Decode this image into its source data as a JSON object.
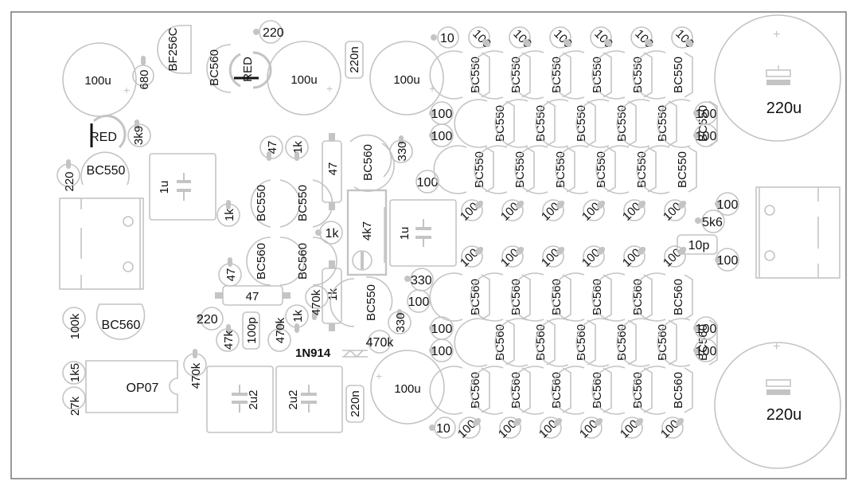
{
  "diagram": {
    "type": "pcb-silkscreen-layout",
    "board_frame_color": "#6e6e6e",
    "outline_color": "#c4c4c4",
    "label_color": "#111111",
    "components": {
      "elco_100u_left": "100u",
      "r_680": "680",
      "jfet": "BF256C",
      "bc560_top": "BC560",
      "led_top": "RED",
      "r_220_top": "220",
      "elco_100u_mid": "100u",
      "cap_220n_top": "220n",
      "elco_100u_top": "100u",
      "r_10_top": "10",
      "led_left": "RED",
      "r_3k9": "3k9",
      "r_220_left": "220",
      "bc550_left": "BC550",
      "cap_1u_left": "1u",
      "r_1k_a": "1k",
      "r_47_a": "47",
      "r_1k_b": "1k",
      "r_47_long": "47",
      "bc560_mid": "BC560",
      "r_330_a": "330",
      "r_100_mid": "100",
      "bc550_pair_a": "BC550",
      "bc550_pair_b": "BC550",
      "r_1k_c": "1k",
      "trim_4k7": "4k7",
      "cap_1u_mid": "1u",
      "bc560_pair_a": "BC560",
      "bc560_pair_b": "BC560",
      "r_47_b": "47",
      "r_47_horiz": "47",
      "r_470k_a": "470k",
      "r_1k_long": "1k",
      "bc550_mid": "BC550",
      "r_330_b": "330",
      "r_100_b": "100",
      "r_330_c": "330",
      "r_220_b": "220",
      "r_47k": "47k",
      "cap_100p": "100p",
      "r_470k_b": "470k",
      "r_1k_d": "1k",
      "r_470k_c": "470k",
      "diode": "1N914",
      "r_100k": "100k",
      "bc560_left": "BC560",
      "r_1k5": "1k5",
      "r_27k": "27k",
      "opamp": "OP07",
      "r_470k_d": "470k",
      "cap_2u2_a": "2u2",
      "cap_2u2_b": "2u2",
      "cap_220n_bot": "220n",
      "elco_100u_bot": "100u",
      "r_10_bot": "10",
      "r_5k6": "5k6",
      "cap_10p": "10p",
      "elco_220u_top": "220u",
      "elco_220u_bot": "220u"
    },
    "output_stage": {
      "npn_type": "BC550",
      "pnp_type": "BC560",
      "emitter_resistor": "100",
      "side_resistor": "100"
    }
  }
}
